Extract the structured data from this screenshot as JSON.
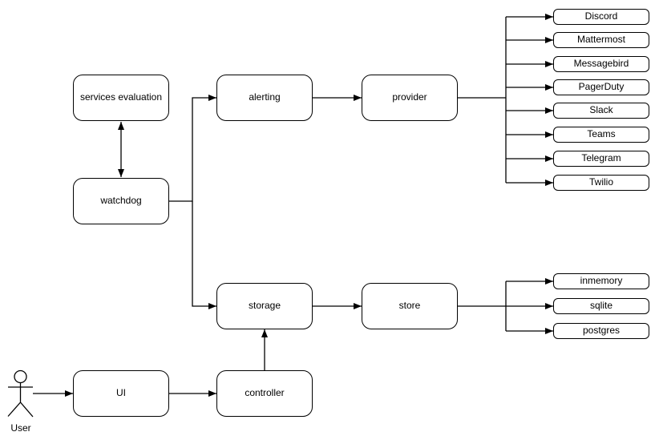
{
  "diagram": {
    "nodes": {
      "services_evaluation": "services evaluation",
      "watchdog": "watchdog",
      "alerting": "alerting",
      "provider": "provider",
      "storage": "storage",
      "store": "store",
      "ui": "UI",
      "controller": "controller"
    },
    "providers": [
      "Discord",
      "Mattermost",
      "Messagebird",
      "PagerDuty",
      "Slack",
      "Teams",
      "Telegram",
      "Twilio"
    ],
    "stores": [
      "inmemory",
      "sqlite",
      "postgres"
    ],
    "actor_label": "User",
    "colors": {
      "stroke": "#000000",
      "node_fill": "#ffffff",
      "background": "#ffffff"
    }
  }
}
